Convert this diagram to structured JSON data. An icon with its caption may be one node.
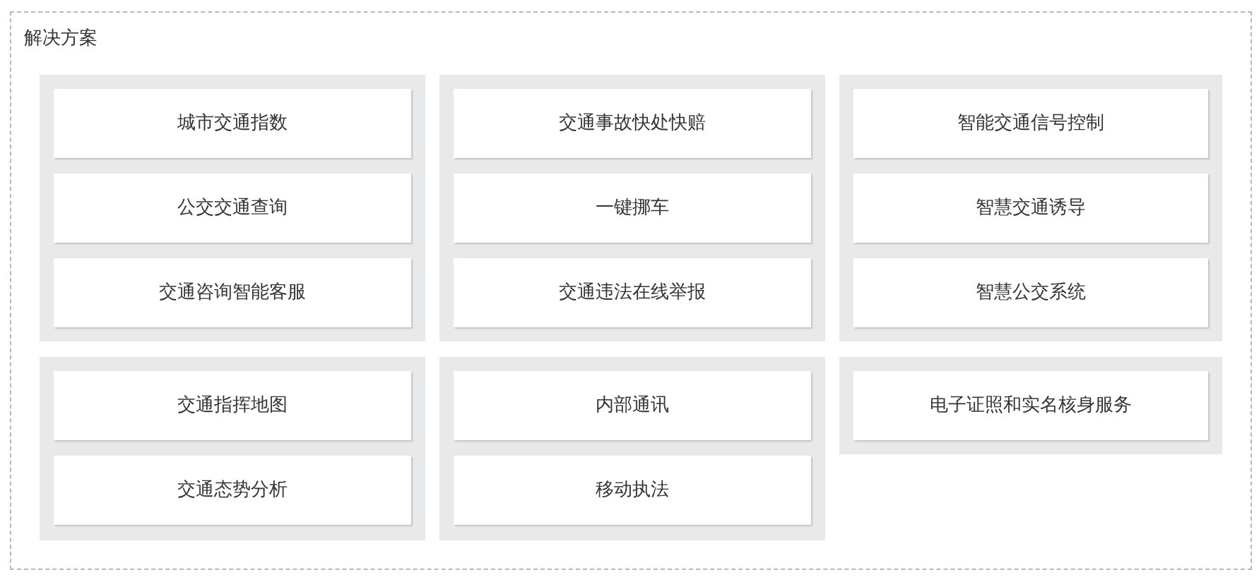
{
  "diagram": {
    "nodes": [
      {
        "text": [
          "解决方案"
        ]
      },
      {
        "text": [],
        "shape": "box",
        "in": 0
      },
      {
        "text": [
          "城市交通指数"
        ],
        "in": 1
      },
      {
        "text": [
          "公交交通查询"
        ],
        "in": 1
      },
      {
        "text": [
          "交通咨询智能客服"
        ],
        "in": 1
      },
      {
        "text": [],
        "shape": "box",
        "in": 0
      },
      {
        "text": [
          "交通事故快处快赔"
        ],
        "in": 5
      },
      {
        "text": [
          "一键挪车"
        ],
        "in": 5
      },
      {
        "text": [
          "交通违法在线举报"
        ],
        "in": 5
      },
      {
        "text": [],
        "shape": "box",
        "in": 0
      },
      {
        "text": [
          "智能交通信号控制"
        ],
        "in": 9
      },
      {
        "text": [
          "智慧交通诱导"
        ],
        "in": 9
      },
      {
        "text": [
          "智慧公交系统"
        ],
        "in": 9
      },
      {
        "text": [],
        "shape": "box",
        "in": 0
      },
      {
        "text": [
          "交通指挥地图"
        ],
        "in": 13
      },
      {
        "text": [
          "交通态势分析"
        ],
        "in": 13
      },
      {
        "text": [],
        "shape": "box",
        "in": 0
      },
      {
        "text": [
          "内部通讯"
        ],
        "in": 16
      },
      {
        "text": [
          "移动执法"
        ],
        "in": 16
      },
      {
        "text": [],
        "shape": "box",
        "in": 0
      },
      {
        "text": [
          "电子证照和实名核身服务"
        ],
        "in": 19
      }
    ],
    "edges": []
  }
}
